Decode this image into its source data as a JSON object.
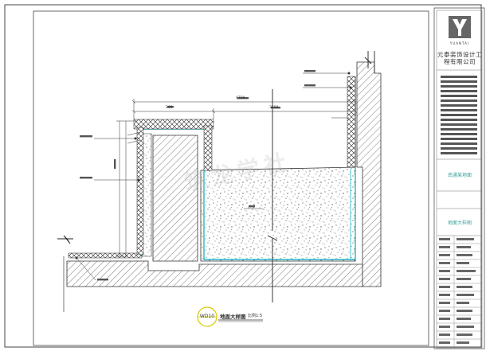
{
  "title_block": {
    "logo_latin": "YUANTAI",
    "company_name": "元泰装饰设计工程有限公司",
    "project_name": "南通某地面",
    "drawing_name": "地面大样图"
  },
  "detail": {
    "tag_number": "WD10",
    "title": "地面大样图",
    "scale": "比例1:5"
  },
  "dimensions": {
    "top_overall": "4700",
    "segment_a": "200",
    "segment_b": "3400"
  },
  "watermark": "筑龙学社"
}
